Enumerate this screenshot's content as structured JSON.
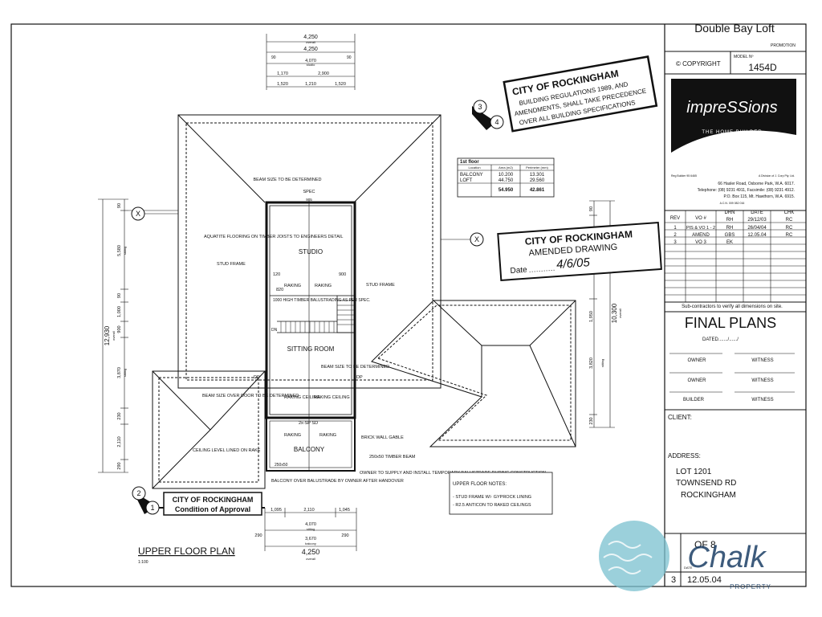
{
  "title_block": {
    "project_name": "Double Bay Loft",
    "project_sub": "PROMOTION",
    "copyright": "© COPYRIGHT",
    "model_label": "MODEL Nº",
    "model_no": "1454D",
    "builder_logo_text": "impreSSions",
    "builder_tagline": "THE HOME BUILDER",
    "builder_reg": "Reg Builder 95 6465",
    "builder_division": "A Division of J. Corp Pty. Ltd.",
    "builder_address_1": "66 Hasler Road, Osborne Park, W.A. 6017.",
    "builder_phone": "Telephone: (08) 9231 4911, Facsimile: (08) 9231 4912.",
    "builder_po": "P.O. Box 115, Mt. Hawthorn, W.A. 6915.",
    "builder_acn": "A.C.N. 009 082 016",
    "rev_headers": [
      "REV",
      "VO #",
      "DRN",
      "DATE",
      "CHK"
    ],
    "revisions": [
      {
        "rev": "1",
        "vo": "PIS & VO 1 - 2",
        "drn": "RH",
        "date": "29/12/03",
        "chk": "RC"
      },
      {
        "rev": "2",
        "vo": "AMEND",
        "drn": "GBS",
        "date": "12.05.04",
        "chk": "RC"
      },
      {
        "rev": "3",
        "vo": "VO 3",
        "drn": "EK",
        "date": "",
        "chk": ""
      }
    ],
    "rev_first_drn": "RH",
    "rev_first_date": "26/04/04",
    "subcontractor_note": "Sub-contractors to verify all dimensions on site.",
    "status": "FINAL PLANS",
    "dated_label": "DATED......./....../",
    "sign_rows": [
      {
        "left": "OWNER",
        "right": "WITNESS"
      },
      {
        "left": "OWNER",
        "right": "WITNESS"
      },
      {
        "left": "BUILDER",
        "right": "WITNESS"
      }
    ],
    "client_label": "CLIENT:",
    "address_label": "ADDRESS:",
    "address_lines": [
      "LOT 1201",
      "TOWNSEND RD",
      "ROCKINGHAM"
    ],
    "sheet_of": "OF 8",
    "sheet_rev": "3",
    "sheet_date": "12.05.04",
    "sheet_date_label": "DATE"
  },
  "plan": {
    "title": "UPPER FLOOR PLAN",
    "scale": "1:100",
    "dims_top": {
      "overall": "4,250",
      "overall_label": "overall",
      "second": "4,250",
      "studio": "4,070",
      "studio_label": "studio",
      "end_a": "90",
      "end_b": "90",
      "seg_a": "1,170",
      "seg_b": "2,900",
      "seg_c": "1,520",
      "seg_d": "1,210",
      "seg_e": "1,520"
    },
    "dims_left": {
      "overall": "12,930",
      "overall_label": "overall",
      "d1": "90",
      "d2": "5,580",
      "d2_label": "sitting",
      "d3": "90",
      "d4": "1,000",
      "d5": "900",
      "d6": "3,870",
      "d6_label": "sitting",
      "d7": "230",
      "d8": "2,110",
      "d9": "290"
    },
    "dims_right": {
      "overall": "10,300",
      "overall_label": "overall",
      "d1": "90",
      "d2": "1,950",
      "d3": "3,820",
      "d3_label": "sitting",
      "d4": "230"
    },
    "dims_bottom": {
      "a": "1,095",
      "b": "2,110",
      "c": "1,045",
      "sitting": "4,070",
      "sitting_label": "sitting",
      "balcony": "3,670",
      "balcony_label": "balcony",
      "overall": "4,250",
      "overall_label": "overall",
      "e1": "290",
      "e2": "290"
    },
    "room_labels": {
      "studio": "STUDIO",
      "sitting_room": "SITTING ROOM",
      "balcony": "BALCONY"
    },
    "notes": {
      "beam_top": "BEAM SIZE TO BE DETERMINED",
      "spec": "SPEC",
      "num_905": "905",
      "aquatite": "AQUATITE FLOORING ON TIMBER JOISTS TO ENGINEERS DETAIL",
      "stud_frame_l": "STUD FRAME",
      "stud_frame_r": "STUD FRAME",
      "num_120": "120",
      "num_820": "820",
      "num_900": "900",
      "raking_1": "RAKING",
      "raking_2": "RAKING",
      "balustrade": "1000 HIGH TIMBER BALUSTRADING AS PER SPEC.",
      "stair_dn": "DN",
      "beam_mid": "BEAM SIZE TO BE DETERMINED",
      "dp_left": "DP",
      "dp_right": "DP",
      "beam_door": "BEAM SIZE OVER DOOR TO BE DETERMINED",
      "raking_ceiling_l": "RAKING CEILING",
      "raking_ceiling_r": "RAKING CEILING",
      "door": "2x-SP SD",
      "raking_b1": "RAKING",
      "raking_b2": "RAKING",
      "brick_wall": "BRICK WALL GABLE",
      "timber_beam": "250x50 TIMBER BEAM",
      "beam_250": "250x50",
      "ceiling_level": "CEILING LEVEL LINED ON RAKE",
      "balcony_over": "BALCONY OVER BALUSTRADE BY OWNER AFTER HANDOVER",
      "owner_supply": "OWNER TO SUPPLY AND INSTALL TEMPORARY BALUSTRADE DURING CONSTRUCTION"
    },
    "floor_table": {
      "title": "1st floor",
      "headers": [
        "Location",
        "Area (m2)",
        "Perimeter (mm)"
      ],
      "rows": [
        {
          "loc": "BALCONY",
          "area": "10.200",
          "perim": "13.301"
        },
        {
          "loc": "LOFT",
          "area": "44.750",
          "perim": "29.560"
        }
      ],
      "total_area": "54.950",
      "total_perim": "42.861"
    },
    "upper_notes": {
      "title": "UPPER FLOOR NOTES:",
      "lines": [
        "- STUD FRAME W/- GYPROCK LINING",
        "- R2.5 ANTICON TO RAKED CEILINGS"
      ]
    },
    "stamps": {
      "reg_title": "CITY OF ROCKINGHAM",
      "reg_line1": "BUILDING REGULATIONS 1989, AND",
      "reg_line2": "AMENDMENTS, SHALL TAKE PRECEDENCE",
      "reg_line3": "OVER ALL BUILDING SPECIFICATIONS",
      "amend_title": "CITY OF ROCKINGHAM",
      "amend_sub": "AMENDED DRAWING",
      "amend_date_label": "Date",
      "amend_date": "4/6/05",
      "coa_title": "CITY OF ROCKINGHAM",
      "coa_sub": "Condition of Approval"
    },
    "markers": {
      "m3": "3",
      "m4": "4",
      "m2": "2",
      "m1": "1",
      "grid_x": "X"
    }
  },
  "watermark": {
    "brand": "Chalk",
    "sub": "PROPERTY"
  }
}
